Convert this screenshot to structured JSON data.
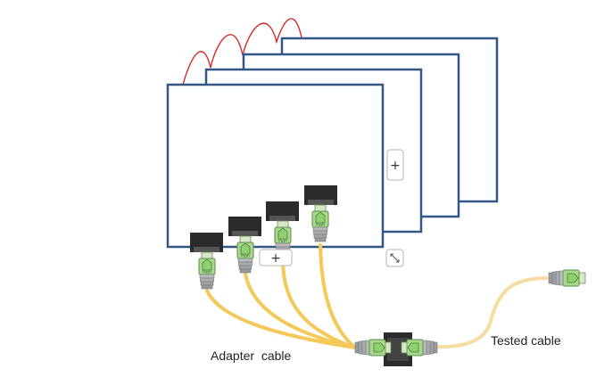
{
  "labels": {
    "adapter_cable": "Adapter  cable",
    "tested_cable": "Tested cable"
  },
  "controls": {
    "add_symbol": "+",
    "add_symbol_bottom": "+"
  },
  "plug": {
    "push_text": "Push"
  },
  "colors": {
    "frame": "#335785",
    "red_wire": "#d42a2a",
    "adapter_cable": "#f4c95a",
    "tested_cable": "#f4dda0",
    "connector_dark": "#2b2b2b",
    "plug_green": "#a7d98b",
    "boot_gray": "#9fa3a6"
  },
  "icons": {
    "add": "plus-icon",
    "resize": "resize-diagonal-icon"
  }
}
